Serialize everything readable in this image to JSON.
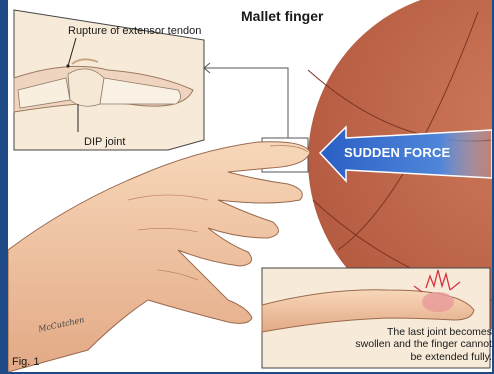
{
  "title": "Mallet finger",
  "figure_label": "Fig. 1",
  "callouts": {
    "rupture": "Rupture of extensor tendon",
    "dip": "DIP joint"
  },
  "force_label": "SUDDEN FORCE",
  "caption": "The last joint becomes swollen and the finger cannot be extended fully.",
  "signature": "McCutchen",
  "colors": {
    "ball": "#c46a4f",
    "skin": "#f1c7a3",
    "arrow": "#2f67c9",
    "border": "#1d4a86",
    "inset_bg": "#f7ead8",
    "injury": "#d9333f"
  }
}
